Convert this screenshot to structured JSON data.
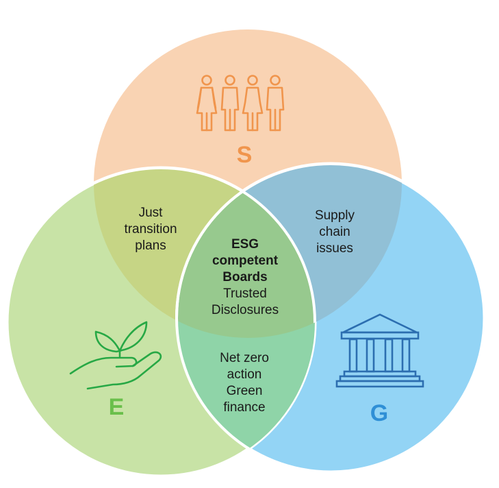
{
  "circles": {
    "s": {
      "letter": "S",
      "fill": "#f9d3b3",
      "letter_color": "#f0954d",
      "icon": "people-icon",
      "icon_color": "#f0954d"
    },
    "e": {
      "letter": "E",
      "fill": "#c8e3a6",
      "letter_color": "#6abf4b",
      "icon": "plant-in-hand-icon",
      "icon_color": "#27a845"
    },
    "g": {
      "letter": "G",
      "fill": "#93d4f5",
      "letter_color": "#2f8fd6",
      "icon": "bank-columns-icon",
      "icon_color": "#2c6eb0"
    }
  },
  "overlaps": {
    "s_e": {
      "lines": [
        "Just",
        "transition",
        "plans"
      ],
      "fill": "#c6d585"
    },
    "s_g": {
      "lines": [
        "Supply",
        "chain",
        "issues"
      ],
      "fill": "#91c0d6"
    },
    "e_g": {
      "lines": [
        "Net zero",
        "action",
        "Green",
        "finance"
      ],
      "fill": "#8fd4a8"
    },
    "center": {
      "bold_lines": [
        "ESG",
        "competent",
        "Boards"
      ],
      "lines": [
        "Trusted",
        "Disclosures"
      ],
      "fill": "#97c98e"
    }
  }
}
